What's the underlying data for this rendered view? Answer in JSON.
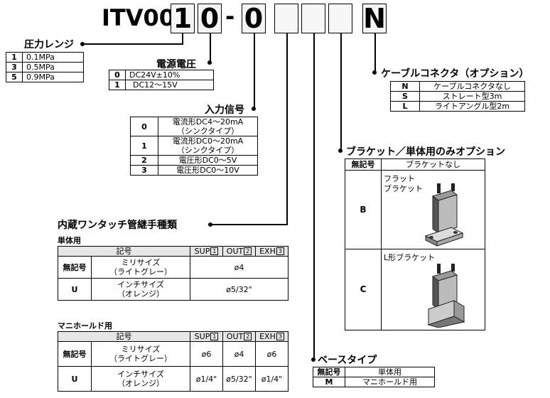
{
  "model": {
    "prefix": "ITV00",
    "code1": "1",
    "code2": "0",
    "dash1": "-",
    "dash2": "-",
    "code3": "0",
    "code4": "N"
  },
  "pressure": {
    "title": "圧力レンジ",
    "rows": [
      {
        "k": "1",
        "v": "0.1MPa"
      },
      {
        "k": "3",
        "v": "0.5MPa"
      },
      {
        "k": "5",
        "v": "0.9MPa"
      }
    ]
  },
  "voltage": {
    "title": "電源電圧",
    "rows": [
      {
        "k": "0",
        "v": "DC24V±10%"
      },
      {
        "k": "1",
        "v": "DC12～15V"
      }
    ]
  },
  "input": {
    "title": "入力信号",
    "rows": [
      {
        "k": "0",
        "v1": "電流形DC4～20mA",
        "v2": "（シンクタイプ）"
      },
      {
        "k": "1",
        "v1": "電流形DC0～20mA",
        "v2": "（シンクタイプ）"
      },
      {
        "k": "2",
        "v1": "電圧形DC0～5V"
      },
      {
        "k": "3",
        "v1": "電圧形DC0～10V"
      }
    ]
  },
  "cable": {
    "title": "ケーブルコネクタ（オプション）",
    "rows": [
      {
        "k": "N",
        "v": "ケーブルコネクタなし"
      },
      {
        "k": "S",
        "v": "ストレート型3m"
      },
      {
        "k": "L",
        "v": "ライトアングル型2m"
      }
    ]
  },
  "bracket": {
    "title": "ブラケット／単体用のみオプション",
    "none_key": "無記号",
    "none_val": "ブラケットなし",
    "b_key": "B",
    "b_label1": "フラット",
    "b_label2": "ブラケット",
    "c_key": "C",
    "c_label": "L形ブラケット"
  },
  "fitting": {
    "title": "内蔵ワンタッチ管継手種類",
    "single_title": "単体用",
    "manifold_title": "マニホールド用",
    "h_code": "記号",
    "h_sup": "SUP",
    "h_out": "OUT",
    "h_exh": "EXH",
    "n1": "1",
    "n2": "2",
    "n3": "3",
    "single_rows": [
      {
        "k": "無記号",
        "d1": "ミリサイズ",
        "d2": "（ライトグレー）",
        "all": "ø4"
      },
      {
        "k": "U",
        "d1": "インチサイズ",
        "d2": "（オレンジ）",
        "all": "ø5/32\""
      }
    ],
    "manifold_rows": [
      {
        "k": "無記号",
        "d1": "ミリサイズ",
        "d2": "（ライトグレー）",
        "sup": "ø6",
        "out": "ø4",
        "exh": "ø6"
      },
      {
        "k": "U",
        "d1": "インチサイズ",
        "d2": "（オレンジ）",
        "sup": "ø1/4\"",
        "out": "ø5/32\"",
        "exh": "ø1/4\""
      }
    ]
  },
  "base": {
    "title": "ベースタイプ",
    "rows": [
      {
        "k": "無記号",
        "v": "単体用"
      },
      {
        "k": "M",
        "v": "マニホールド用"
      }
    ]
  }
}
